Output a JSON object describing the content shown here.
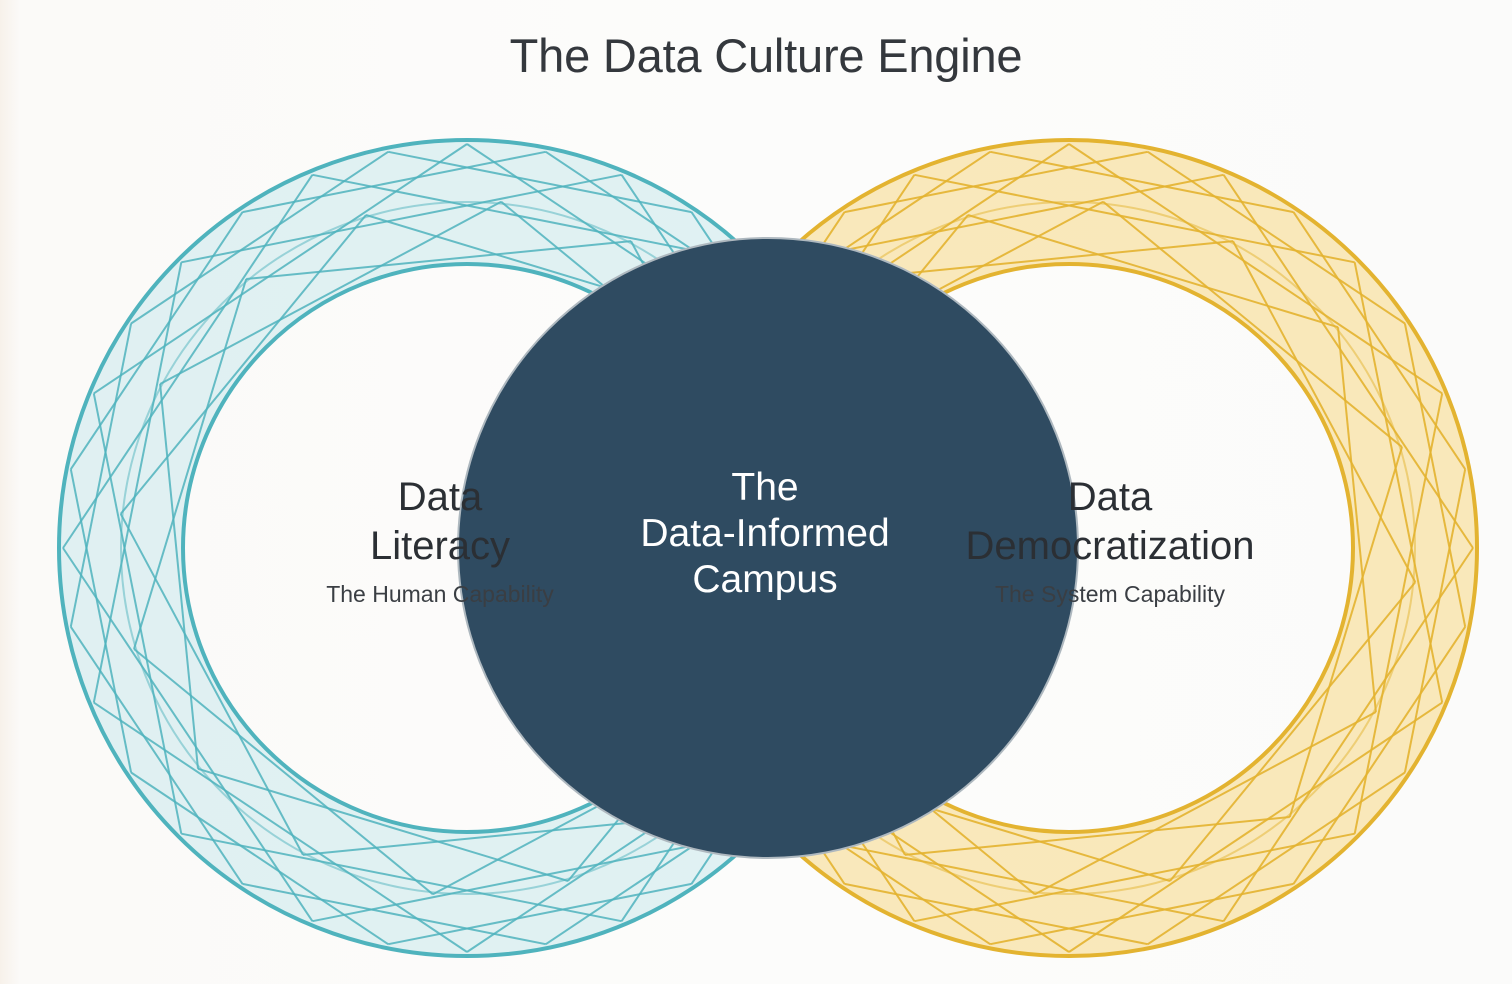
{
  "title": "The Data Culture Engine",
  "left_circle": {
    "title_lines": [
      "Data",
      "Literacy"
    ],
    "subtitle": "The Human Capability",
    "color": "#4fb3bd"
  },
  "right_circle": {
    "title_lines": [
      "Data",
      "Democratization"
    ],
    "subtitle": "The System Capability",
    "color": "#e3b330"
  },
  "intersection": {
    "title_lines": [
      "The",
      "Data-Informed",
      "Campus"
    ],
    "color": "#2f4b61"
  }
}
